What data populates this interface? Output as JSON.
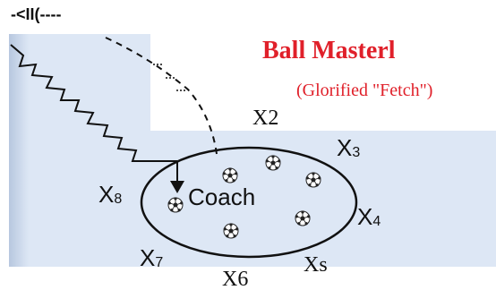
{
  "corner_mark": "-<II(----",
  "title": "Ball Masterl",
  "subtitle": "(Glorified \"Fetch\")",
  "center_label": "Coach",
  "positions": {
    "x2": "X2",
    "x3_base": "X",
    "x3_sub": "3",
    "x4_base": "X",
    "x4_sub": "4",
    "x5": "Xs",
    "x6": "X6",
    "x7_base": "X",
    "x7_sub": "7",
    "x8_base": "X",
    "x8_sub": "8"
  },
  "colors": {
    "field": "#dde7f5",
    "field_edge": "#c9d6ea",
    "title": "#e0202a",
    "ink": "#111111"
  },
  "icons": [
    "soccer-ball-icon",
    "arrow-down-icon"
  ]
}
